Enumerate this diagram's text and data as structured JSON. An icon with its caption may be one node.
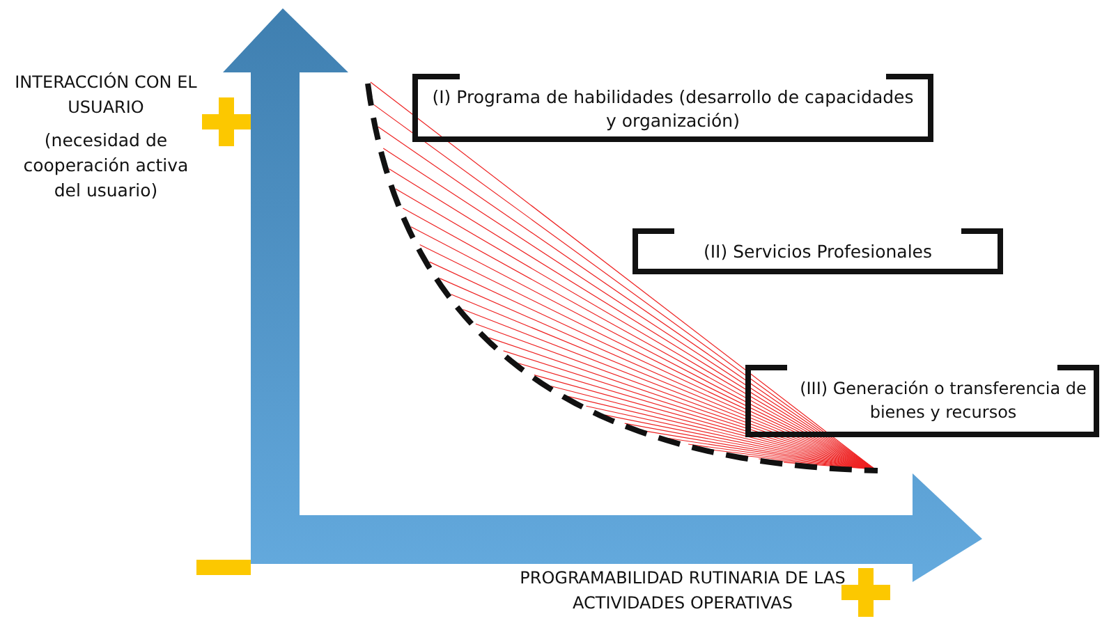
{
  "diagram": {
    "nodes": [
      {
        "text": [
          "(I) Programa de habilidades (desarrollo de capacidades y organización)"
        ]
      },
      {
        "text": [
          "(II) Servicios Profesionales"
        ]
      },
      {
        "text": [
          "(III) Generación o transferencia de bienes y recursos"
        ]
      }
    ],
    "labels": [
      "INTERACCIÓN CON EL USUARIO",
      "(necesidad de cooperación activa del usuario)",
      "PROGRAMABILIDAD RUTINARIA DE LAS ACTIVIDADES OPERATIVAS"
    ]
  }
}
